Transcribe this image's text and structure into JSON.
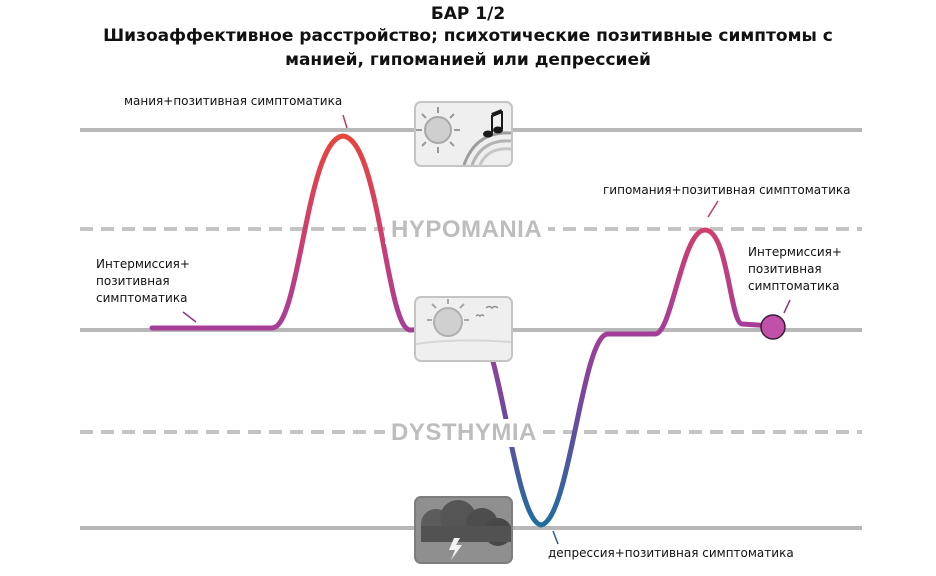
{
  "header": {
    "title_line1": "БАР 1/2",
    "title_line2": "Шизоаффективное расстройство; психотические позитивные симптомы с",
    "title_line3": "манией, гипоманией или депрессией"
  },
  "zones": {
    "hypomania": "HYPOMANIA",
    "dysthymia": "DYSTHYMIA"
  },
  "annotations": {
    "mania": "мания+позитивная симптоматика",
    "hypomania": "гипомания+позитивная симптоматика",
    "depression": "депрессия+позитивная симптоматика",
    "intermission_left": [
      "Интермиссия+",
      "позитивная",
      "симптоматика"
    ],
    "intermission_right": [
      "Интермиссия+",
      "позитивная",
      "симптоматика"
    ]
  },
  "icons": {
    "mania": "sun-and-music-icon",
    "euthymia": "sun-with-birds-icon",
    "depression": "storm-cloud-icon"
  },
  "colors": {
    "mania": "#e8463a",
    "baseline": "#a63d98",
    "depression": "#1c6a9e",
    "end_marker": "#c050a8",
    "gridline": "#b8b8b8"
  }
}
